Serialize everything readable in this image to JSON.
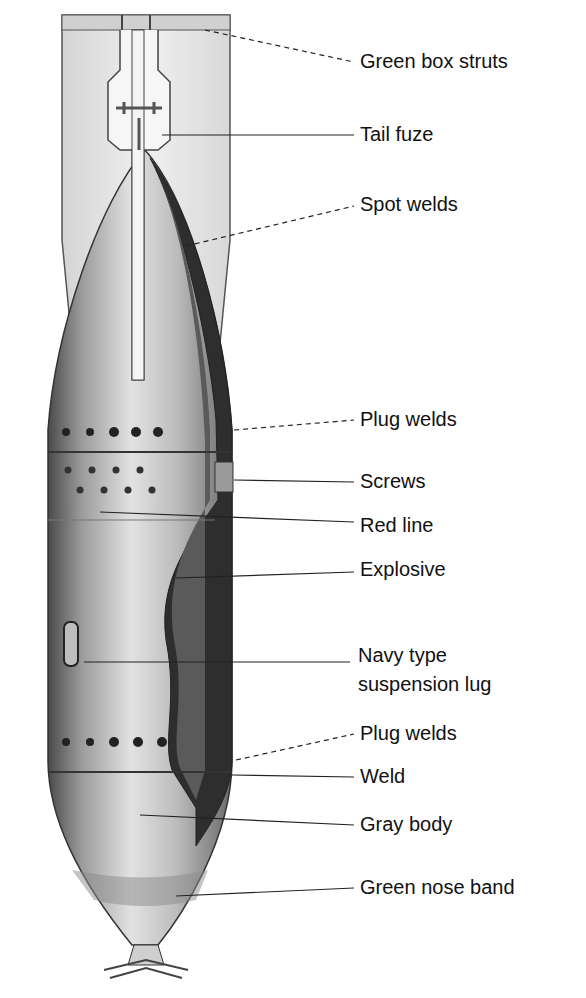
{
  "diagram": {
    "labels": [
      "Green box struts",
      "Tail fuze",
      "Spot welds",
      "Plug welds",
      "Screws",
      "Red line",
      "Explosive",
      "Navy type suspension lug",
      "Plug welds",
      "Weld",
      "Gray body",
      "Green nose band"
    ]
  }
}
